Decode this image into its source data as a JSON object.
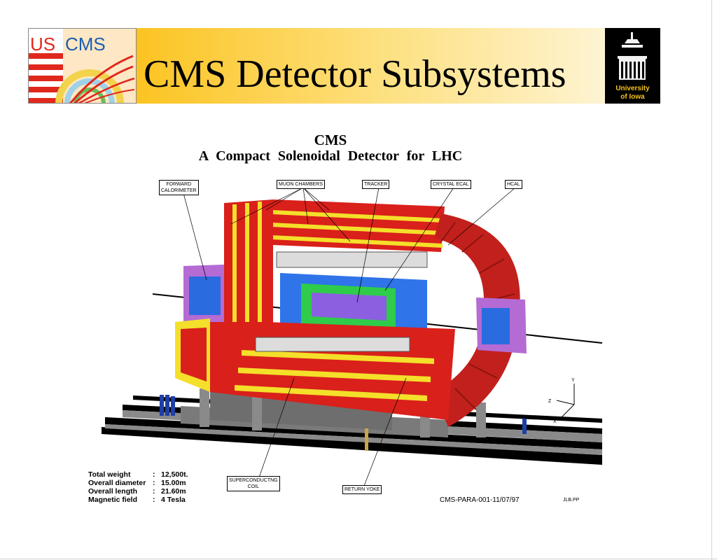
{
  "slide": {
    "title": "CMS Detector Subsystems",
    "logo_left_text_us": "US",
    "logo_left_text_cms": "CMS",
    "logo_right_text": "University of Iowa"
  },
  "figure": {
    "title_line1": "CMS",
    "title_line2": "A Compact Solenoidal Detector for LHC",
    "labels": {
      "forward_calorimeter": [
        "FORWARD",
        "CALORIMETER"
      ],
      "muon_chambers": "MUON CHAMBERS",
      "tracker": "TRACKER",
      "crystal_ecal": "CRYSTAL ECAL",
      "hcal": "HCAL",
      "superconducting_coil": [
        "SUPERCONDUCTNG",
        "COIL"
      ],
      "return_yoke": "RETURN YOKE"
    },
    "axes": {
      "y": "Y",
      "z": "Z",
      "x": "X"
    },
    "specs": [
      {
        "key": "Total weight",
        "value": "12,500t."
      },
      {
        "key": "Overall diameter",
        "value": "15.00m"
      },
      {
        "key": "Overall length",
        "value": "21.60m"
      },
      {
        "key": "Magnetic field",
        "value": "4 Tesla"
      }
    ],
    "reference": "CMS-PARA-001-11/07/97",
    "author_code": "JLB.PP"
  }
}
